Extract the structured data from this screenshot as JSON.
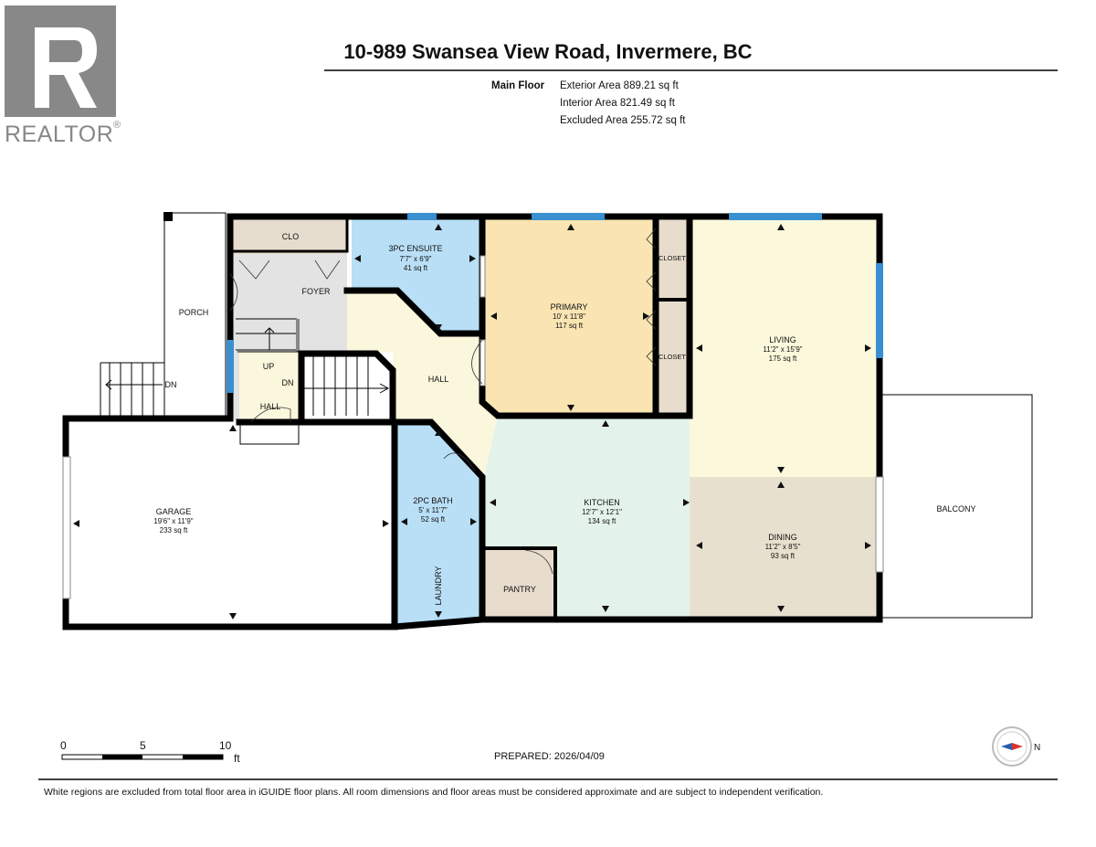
{
  "logo": {
    "brand": "REALTOR",
    "registered": "®"
  },
  "title": "10-989 Swansea View Road, Invermere, BC",
  "floor": {
    "name": "Main Floor",
    "areas": [
      "Exterior Area 889.21 sq ft",
      "Interior Area 821.49 sq ft",
      "Excluded Area 255.72 sq ft"
    ]
  },
  "rooms": {
    "clo": {
      "name": "CLO"
    },
    "foyer": {
      "name": "FOYER"
    },
    "ensuite": {
      "name": "3PC ENSUITE",
      "dims": "7'7\" x 6'9\"",
      "area": "41 sq ft"
    },
    "primary": {
      "name": "PRIMARY",
      "dims": "10' x 11'8\"",
      "area": "117 sq ft"
    },
    "closet1": {
      "name": "CLOSET"
    },
    "closet2": {
      "name": "CLOSET"
    },
    "living": {
      "name": "LIVING",
      "dims": "11'2\" x 15'9\"",
      "area": "175 sq ft"
    },
    "porch": {
      "name": "PORCH"
    },
    "up": {
      "name": "UP"
    },
    "dn_stair": {
      "name": "DN"
    },
    "dn_porch": {
      "name": "DN"
    },
    "hall_small": {
      "name": "HALL"
    },
    "hall": {
      "name": "HALL"
    },
    "garage": {
      "name": "GARAGE",
      "dims": "19'6\" x 11'9\"",
      "area": "233 sq ft"
    },
    "bath": {
      "name": "2PC BATH",
      "dims": "5' x 11'7\"",
      "area": "52 sq ft"
    },
    "laundry": {
      "name": "LAUNDRY"
    },
    "kitchen": {
      "name": "KITCHEN",
      "dims": "12'7\" x 12'1\"",
      "area": "134 sq ft"
    },
    "pantry": {
      "name": "PANTRY"
    },
    "dining": {
      "name": "DINING",
      "dims": "11'2\" x 8'5\"",
      "area": "93 sq ft"
    },
    "balcony": {
      "name": "BALCONY"
    }
  },
  "colors": {
    "foyer": "#e3e3e3",
    "clo": "#e6dccd",
    "ensuite": "#b9dff6",
    "primary": "#f9e4b2",
    "closet": "#e8dccc",
    "living": "#fbf8dc",
    "hall": "#fbf7dc",
    "bath": "#b9dff6",
    "kitchen": "#e4f3e9",
    "pantry": "#e8dccc",
    "dining": "#e8e0cf",
    "window": "#3a8fd0"
  },
  "scale": {
    "ticks": [
      "0",
      "5",
      "10"
    ],
    "unit": "ft"
  },
  "compass": {
    "label": "N",
    "icon": "compass-icon"
  },
  "prepared": "PREPARED: 2026/04/09",
  "footer": "White regions are excluded from total floor area in iGUIDE floor plans. All room dimensions and floor areas must be considered approximate and are subject to independent verification."
}
